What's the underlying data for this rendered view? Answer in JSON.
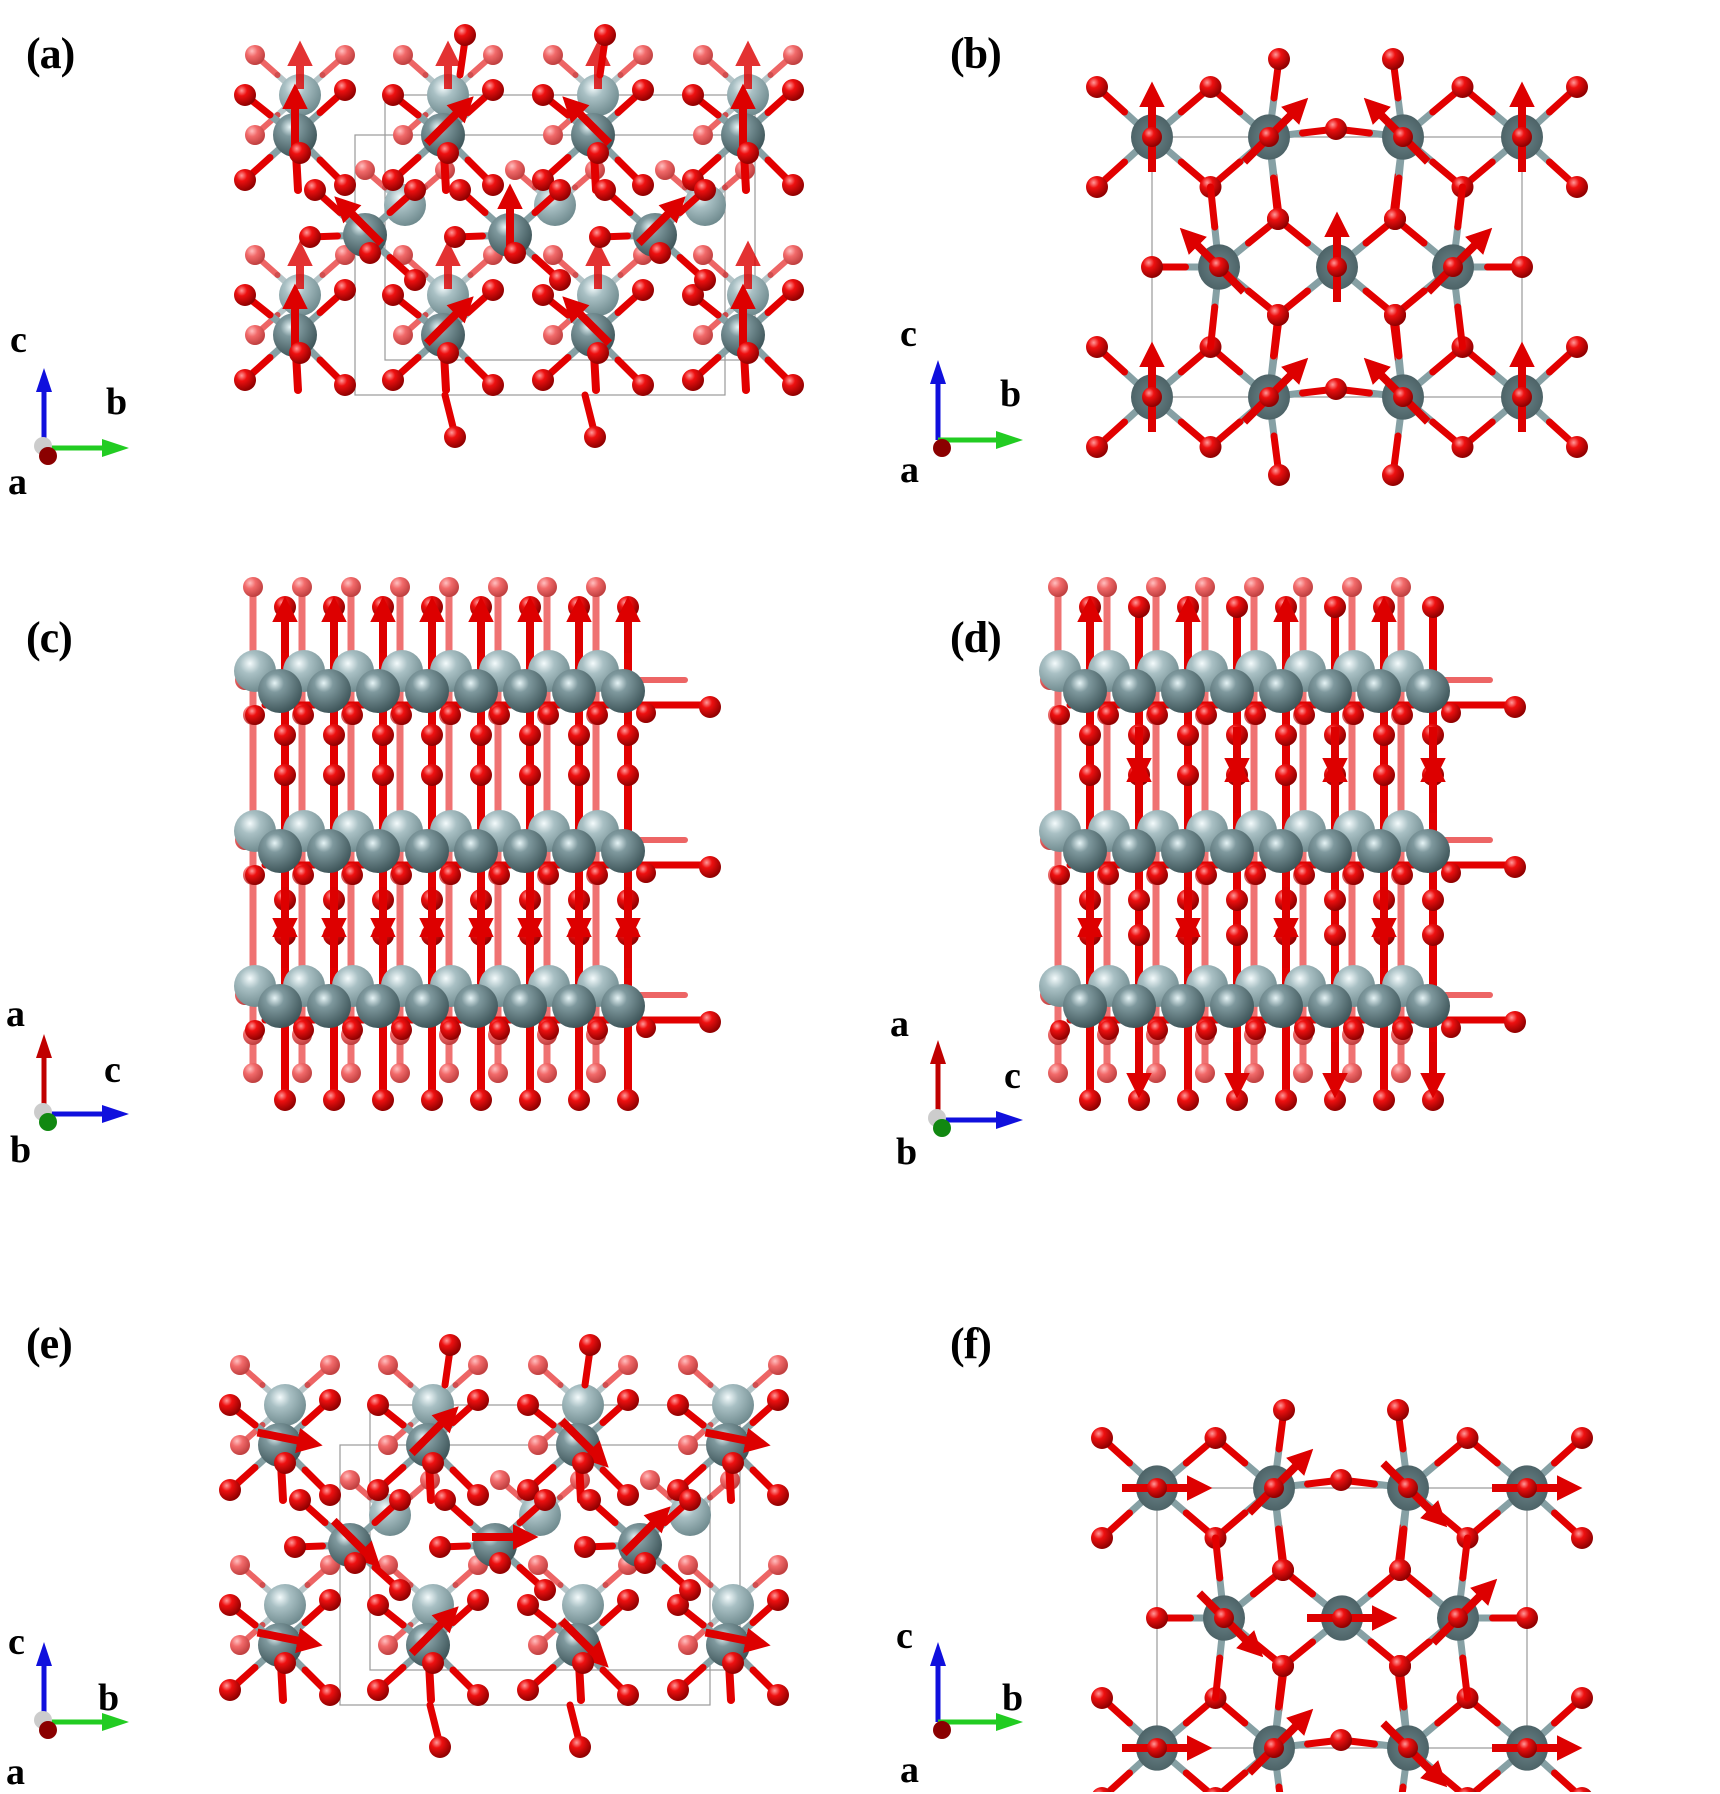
{
  "figure": {
    "description": "Six-panel crystal structure figure showing magnetic moment arrows on metal (gray) atoms with oxygen (red) atoms",
    "colors": {
      "metal_atom": "#5f7a80",
      "metal_atom_light": "#9fb6ba",
      "oxygen_atom": "#e00000",
      "oxygen_light": "#f06060",
      "bond_metal": "#8aa3a7",
      "bond_oxygen": "#e60000",
      "spin_arrow": "#dd0000",
      "cell_line": "#999999",
      "axis_a": "#c00000",
      "axis_b": "#22cc22",
      "axis_c": "#1010dd",
      "axis_origin": "#cccccc"
    }
  },
  "panels": [
    {
      "id": "a",
      "label": "(a)",
      "view": "oblique",
      "axes": {
        "up": "c",
        "right": "b",
        "out": "a"
      }
    },
    {
      "id": "b",
      "label": "(b)",
      "view": "projection",
      "axes": {
        "up": "c",
        "right": "b",
        "out": "a"
      }
    },
    {
      "id": "c",
      "label": "(c)",
      "view": "side",
      "axes": {
        "up": "a",
        "right": "c",
        "out": "b"
      }
    },
    {
      "id": "d",
      "label": "(d)",
      "view": "side",
      "axes": {
        "up": "a",
        "right": "c",
        "out": "b"
      }
    },
    {
      "id": "e",
      "label": "(e)",
      "view": "oblique",
      "axes": {
        "up": "c",
        "right": "b",
        "out": "a"
      }
    },
    {
      "id": "f",
      "label": "(f)",
      "view": "projection",
      "axes": {
        "up": "c",
        "right": "b",
        "out": "a"
      }
    }
  ]
}
